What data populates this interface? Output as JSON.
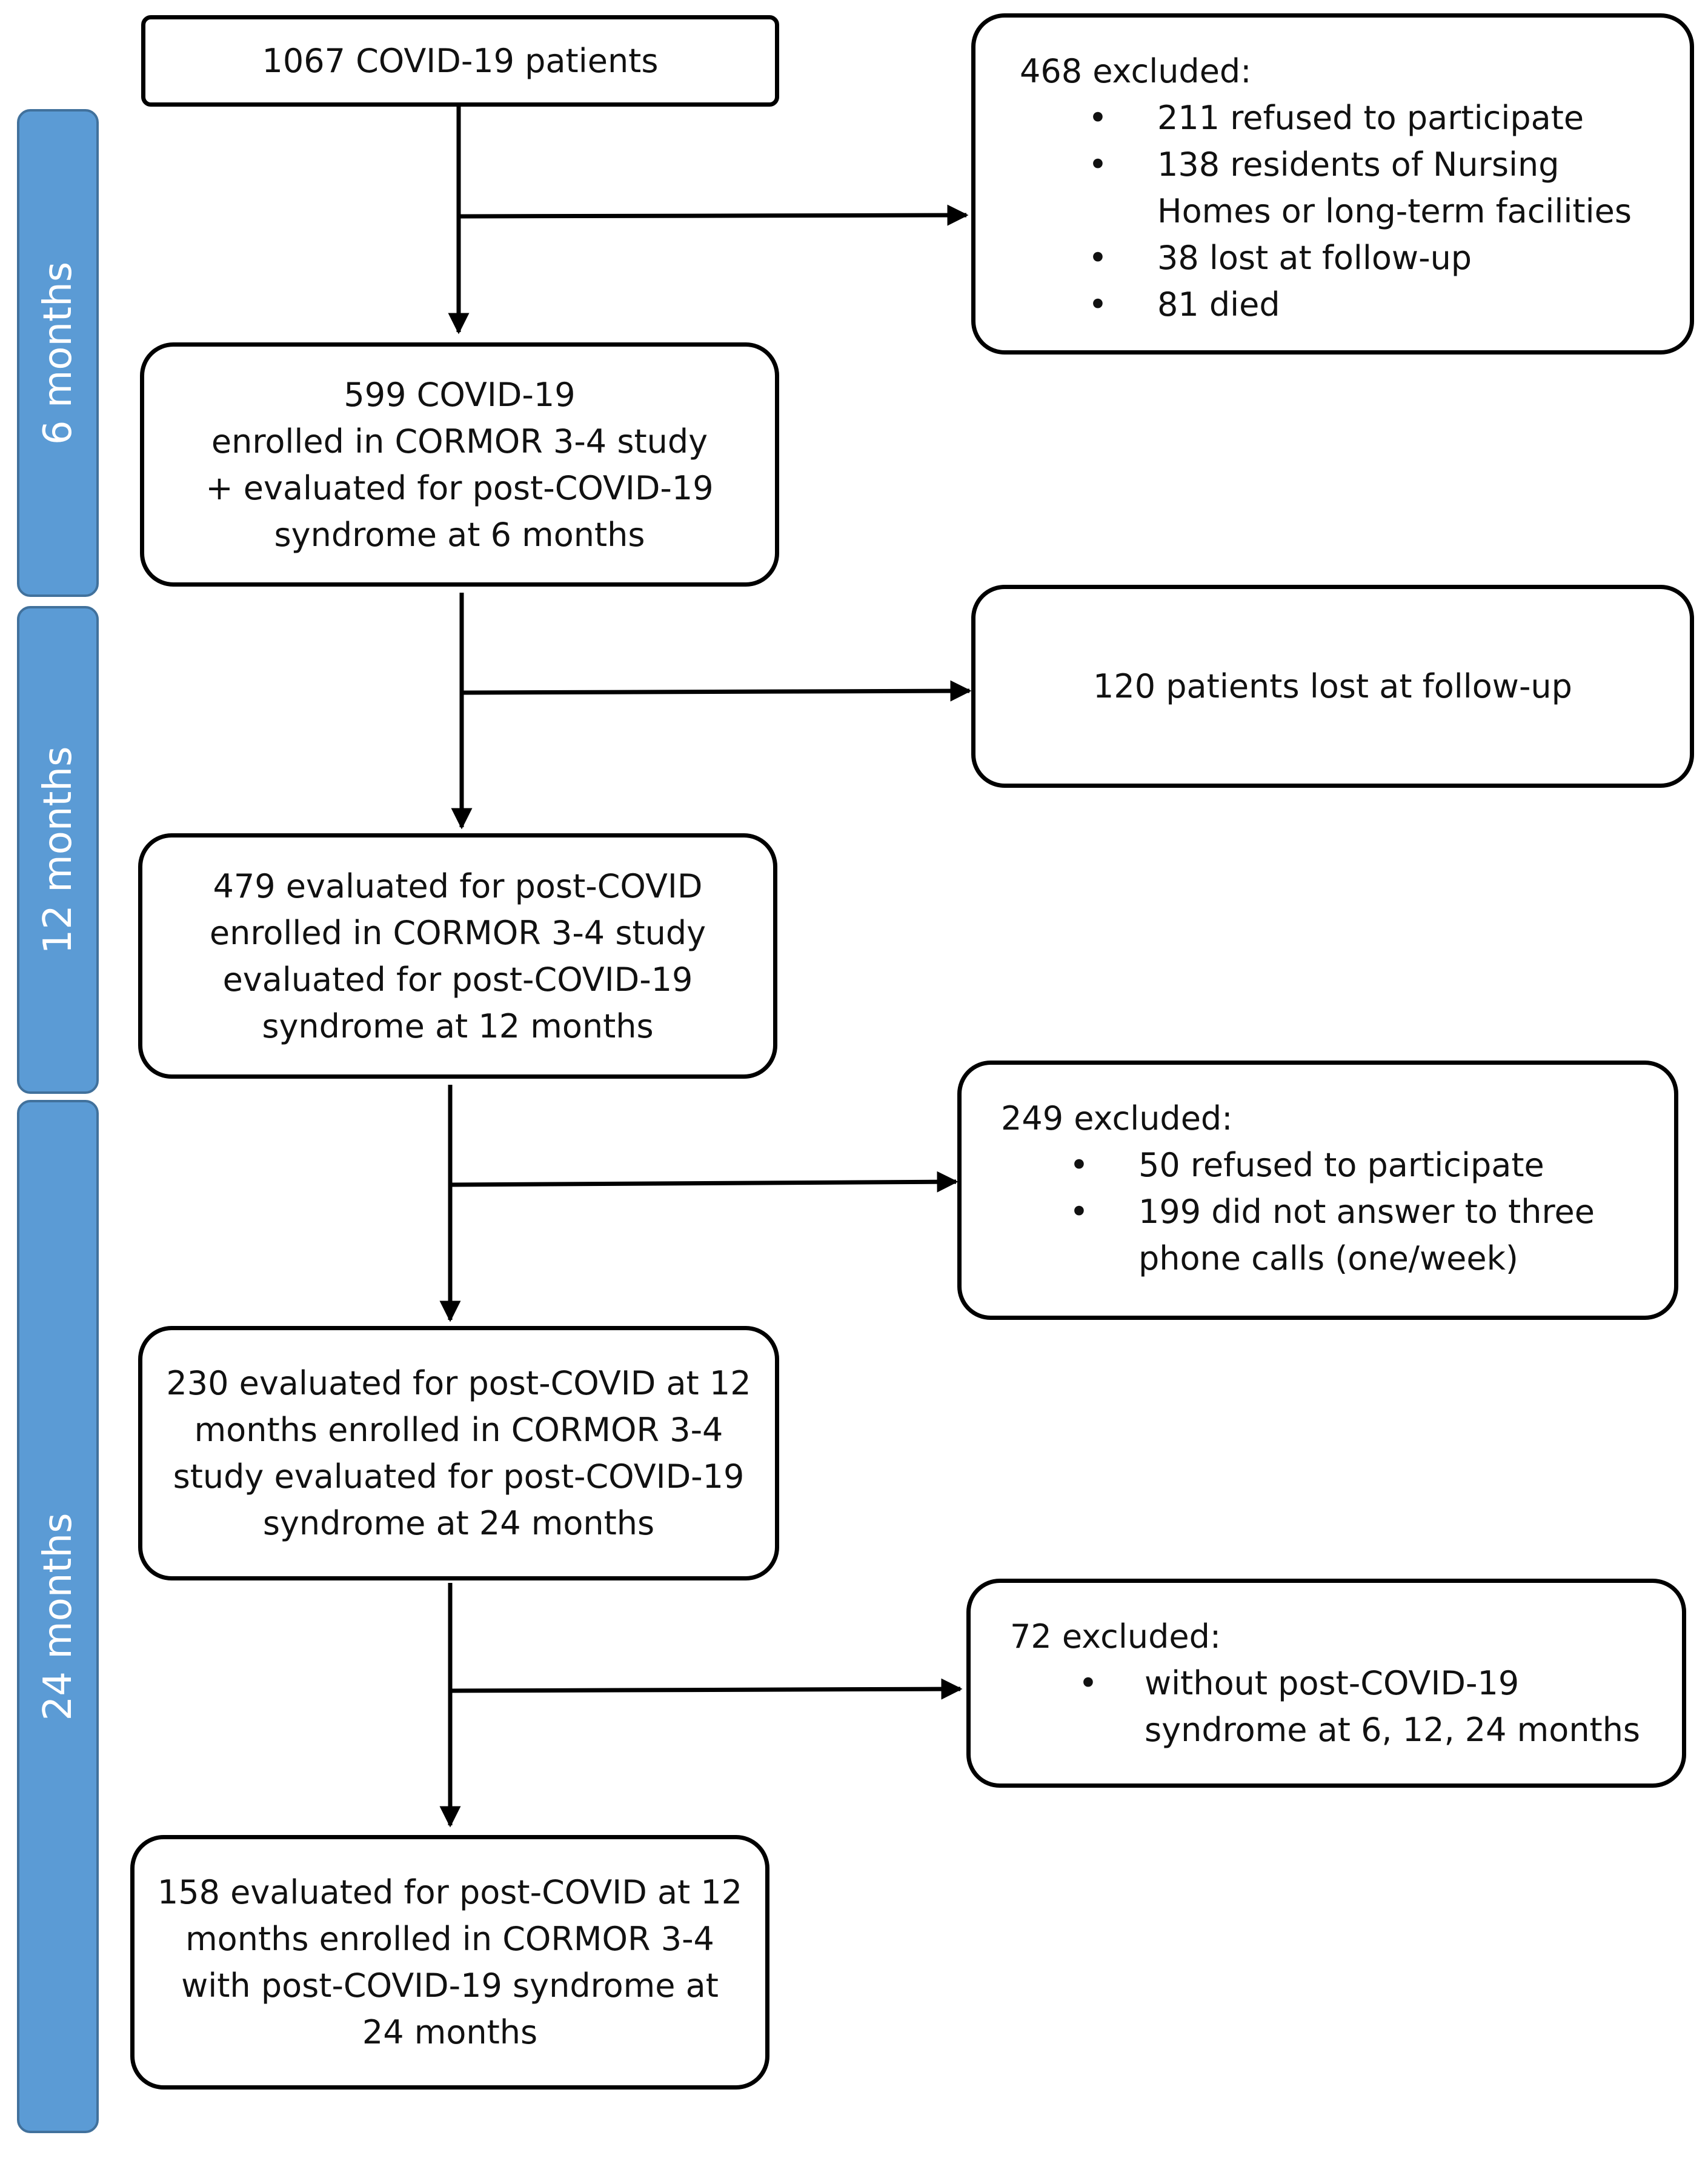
{
  "phases": [
    "6 months",
    "12 months",
    "24 months"
  ],
  "flow": {
    "start": [
      "1067 COVID-19 patients"
    ],
    "step1": [
      "599 COVID-19",
      "enrolled in CORMOR 3-4 study",
      "+ evaluated for post-COVID-19",
      "syndrome at 6 months"
    ],
    "step2": [
      "479 evaluated for post-COVID",
      "enrolled in CORMOR 3-4 study",
      "evaluated for post-COVID-19",
      "syndrome at 12 months"
    ],
    "step3": [
      "230 evaluated for post-COVID at 12",
      "months enrolled in CORMOR 3-4",
      "study evaluated for post-COVID-19",
      "syndrome at 24 months"
    ],
    "step4": [
      "158 evaluated for post-COVID at 12",
      "months enrolled in CORMOR 3-4",
      "with post-COVID-19 syndrome at",
      "24 months"
    ]
  },
  "exclusions": {
    "excl1": {
      "heading": "468 excluded:",
      "items": [
        [
          "211 refused to participate"
        ],
        [
          "138 residents of Nursing",
          "Homes or long-term facilities"
        ],
        [
          "38 lost at follow-up"
        ],
        [
          "81 died"
        ]
      ]
    },
    "excl2": {
      "text": "120 patients lost at follow-up"
    },
    "excl3": {
      "heading": "249 excluded:",
      "items": [
        [
          "50 refused to participate"
        ],
        [
          "199 did not answer to three",
          "phone calls (one/week)"
        ]
      ]
    },
    "excl4": {
      "heading": "72 excluded:",
      "items": [
        [
          "without post-COVID-19",
          "syndrome at 6, 12, 24 months"
        ]
      ]
    }
  },
  "bullet_symbol": "•"
}
